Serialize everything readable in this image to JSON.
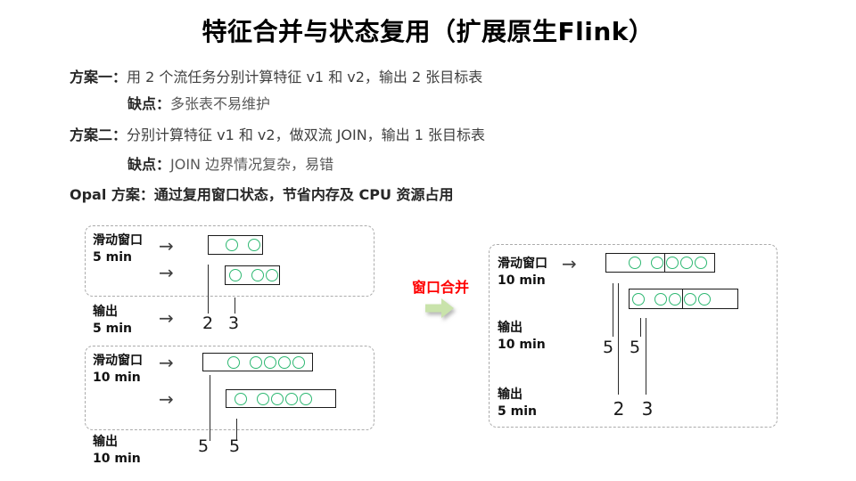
{
  "title": "特征合并与状态复用（扩展原生Flink）",
  "schemes": [
    {
      "label": "方案一：",
      "text": "用 2 个流任务分别计算特征 v1 和 v2，输出 2 张目标表",
      "con_label": "缺点：",
      "con_text": "多张表不易维护"
    },
    {
      "label": "方案二：",
      "text": "分别计算特征 v1 和 v2，做双流 JOIN，输出 1 张目标表",
      "con_label": "缺点：",
      "con_text": "JOIN 边界情况复杂，易错"
    },
    {
      "label": "Opal 方案：",
      "text": "通过复用窗口状态，节省内存及 CPU 资源占用"
    }
  ],
  "merge": {
    "label": "窗口合并",
    "label_color": "#ff0000",
    "arrow_color": "#c9e3ab"
  },
  "arrow_glyph": "→",
  "colors": {
    "circle_green": "#2eb872",
    "rect_border": "#1a1a1a",
    "dash_border": "#ababab"
  },
  "left": {
    "win5": {
      "title": "滑动窗口",
      "sub": "5 min",
      "rows": [
        "o o",
        "o oo"
      ]
    },
    "out5": {
      "title": "输出",
      "sub": "5 min",
      "values": [
        "2",
        "3"
      ]
    },
    "win10": {
      "title": "滑动窗口",
      "sub": "10 min",
      "rows": [
        "o oooo",
        "o oooo"
      ]
    },
    "out10": {
      "title": "输出",
      "sub": "10 min",
      "values": [
        "5",
        "5"
      ]
    }
  },
  "right": {
    "win10": {
      "title": "滑动窗口",
      "sub": "10 min",
      "rows": [
        "o o|ooo",
        "o oo|oo"
      ]
    },
    "out10": {
      "title": "输出",
      "sub": "10 min",
      "values": [
        "5",
        "5"
      ]
    },
    "out5": {
      "title": "输出",
      "sub": "5 min",
      "values": [
        "2",
        "3"
      ]
    }
  }
}
